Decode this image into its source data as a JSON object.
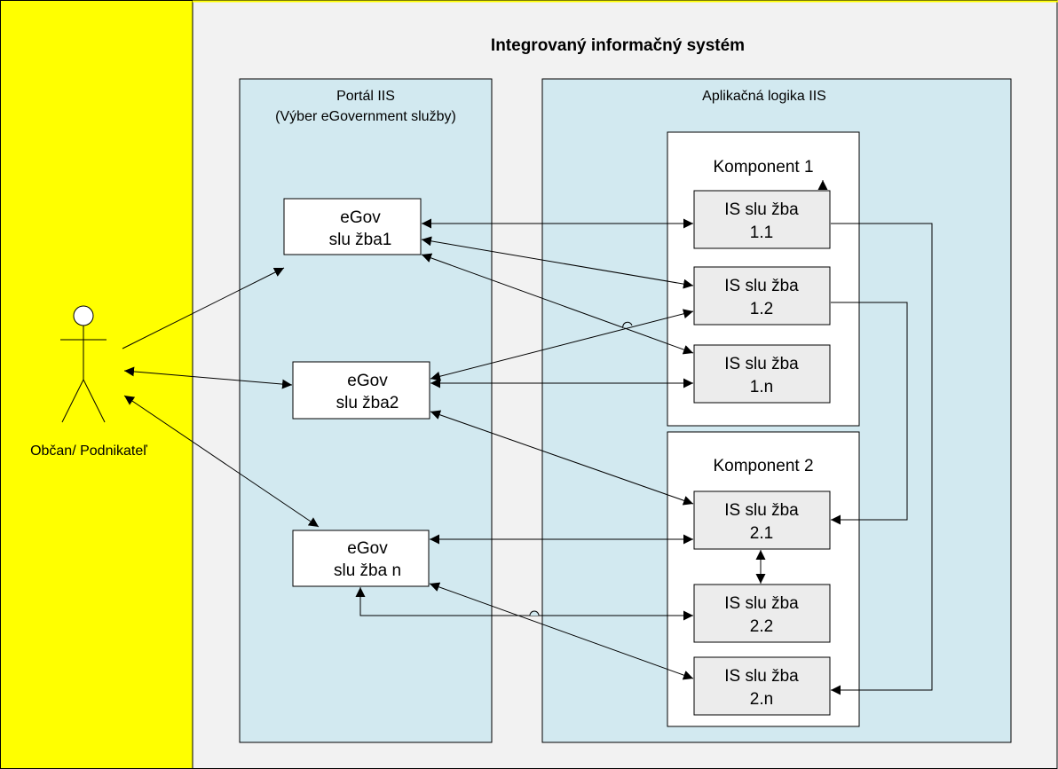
{
  "title": "Integrovaný informačný systém",
  "actor": {
    "label": "Občan/  Podnikateľ"
  },
  "portal": {
    "line1": "Portál IIS",
    "line2": "(Výber eGovernment služby)"
  },
  "logic": {
    "label": "Aplikačná logika IIS"
  },
  "components": [
    {
      "label": "Komponent 1"
    },
    {
      "label": "Komponent 2"
    }
  ],
  "egov_services": [
    {
      "line1": "eGov",
      "line2": "slu žba1"
    },
    {
      "line1": "eGov",
      "line2": "slu žba2"
    },
    {
      "line1": "eGov",
      "line2": "slu žba n"
    }
  ],
  "is_services": [
    {
      "line1": "IS slu žba",
      "line2": "1.1"
    },
    {
      "line1": "IS slu žba",
      "line2": "1.2"
    },
    {
      "line1": "IS slu žba",
      "line2": "1.n"
    },
    {
      "line1": "IS slu žba",
      "line2": "2.1"
    },
    {
      "line1": "IS slu žba",
      "line2": "2.2"
    },
    {
      "line1": "IS slu žba",
      "line2": "2.n"
    }
  ],
  "colors": {
    "actor_lane": "#ffff00",
    "system_bg": "#f2f2f2",
    "panel_bg": "#d2e9f0",
    "component_bg": "#ffffff",
    "is_service_bg": "#ececec",
    "egov_bg": "#ffffff"
  }
}
